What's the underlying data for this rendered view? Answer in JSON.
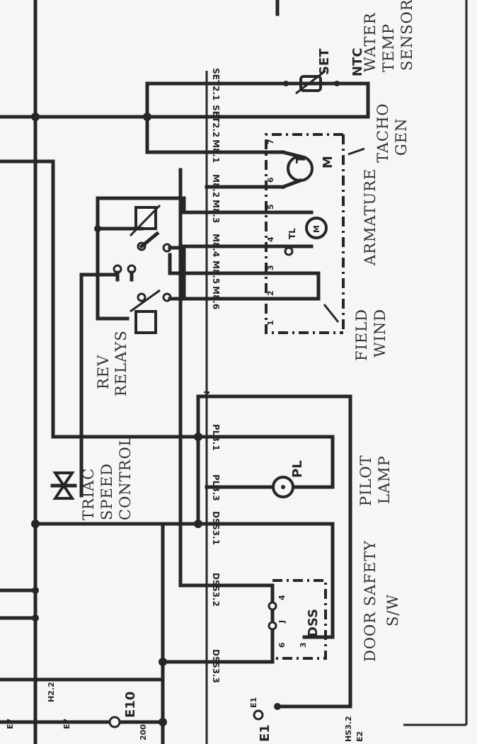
{
  "connectors": {
    "set_1": "SET2.1",
    "set_2": "SET2.2",
    "m_1": "M8.1",
    "m_2": "M8.2",
    "m_3": "M8.3",
    "m_4": "M8.4",
    "m_5": "M8.5",
    "m_6": "M8.6",
    "pl_1": "PL3.1",
    "pl_3": "PL3.3",
    "dss_1": "DSS3.1",
    "dss_2": "DSS3.2",
    "dss_3": "DSS3.3",
    "h_2": "H2.2",
    "hs_2": "HS3.2",
    "e7a": "E7",
    "e7b": "E7",
    "e2": "E2",
    "e10": "E10",
    "e1": "E1",
    "e1c": "E1",
    "e2c": "200",
    "n_mark": "N"
  },
  "components": {
    "set_label": "SET",
    "tacho": "T",
    "motor_letter": "M",
    "armature": "M",
    "tl": "TL",
    "pilot_lamp": "PL",
    "dss": "DSS",
    "pins": [
      "7",
      "6",
      "5",
      "4",
      "3",
      "2",
      "1"
    ],
    "dss_pins": [
      "4",
      "J",
      "6",
      "3"
    ]
  },
  "annotations": {
    "ntc": "NTC",
    "water": "WATER",
    "temp": "TEMP",
    "sensor": "SENSOR",
    "tacho": "TACHO",
    "gen": "GEN",
    "armature": "ARMATURE",
    "field": "FIELD",
    "wind": "WIND",
    "rev": "REV",
    "relays": "RELAYS",
    "triac": "TRIAC",
    "speed": "SPEED",
    "control": "CONTROL",
    "pilot": "PILOT",
    "lamp": "LAMP",
    "door_safety": "DOOR SAFETY",
    "sw": "S/W"
  }
}
